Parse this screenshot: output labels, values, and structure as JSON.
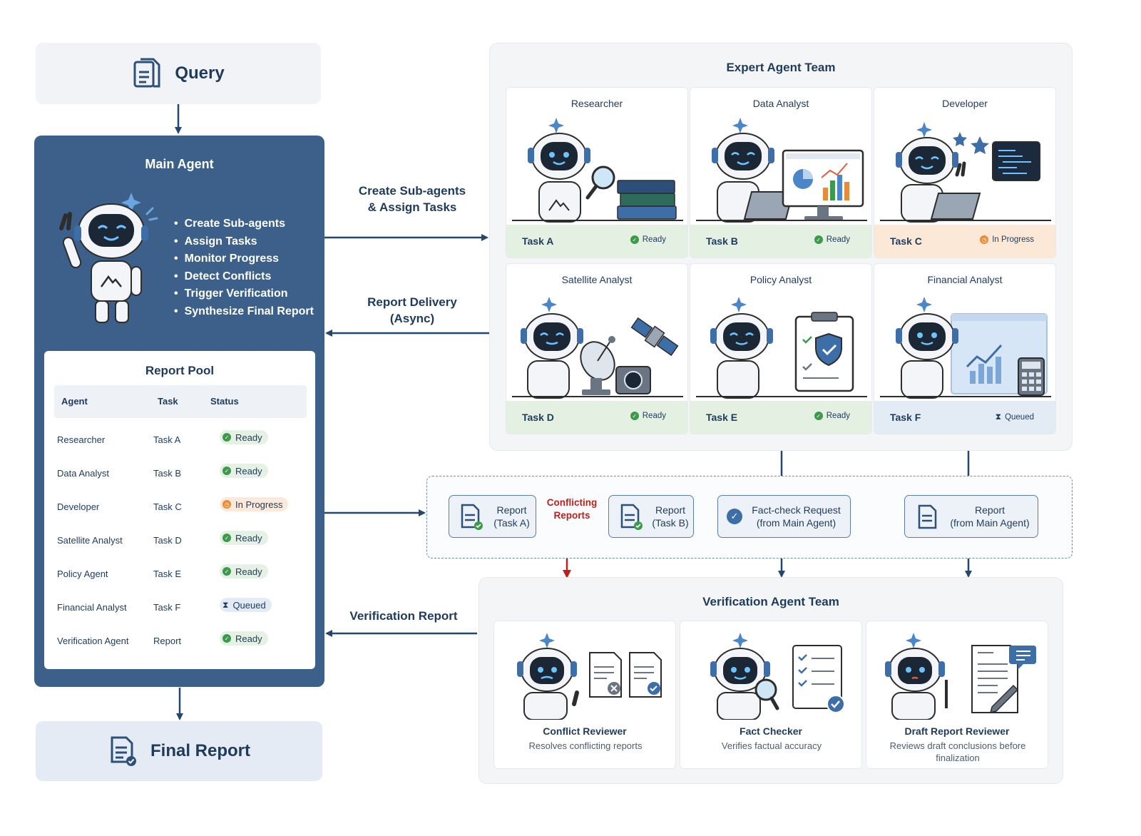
{
  "query": {
    "title": "Query"
  },
  "main_agent": {
    "title": "Main Agent",
    "responsibilities": [
      "Create Sub-agents",
      "Assign Tasks",
      "Monitor Progress",
      "Detect Conflicts",
      "Trigger Verification",
      "Synthesize Final Report"
    ]
  },
  "report_pool": {
    "title": "Report Pool",
    "columns": [
      "Agent",
      "Task",
      "Status"
    ],
    "rows": [
      {
        "agent": "Researcher",
        "task": "Task A",
        "status": "Ready"
      },
      {
        "agent": "Data Analyst",
        "task": "Task B",
        "status": "Ready"
      },
      {
        "agent": "Developer",
        "task": "Task C",
        "status": "In Progress"
      },
      {
        "agent": "Satellite Analyst",
        "task": "Task D",
        "status": "Ready"
      },
      {
        "agent": "Policy Agent",
        "task": "Task E",
        "status": "Ready"
      },
      {
        "agent": "Financial Analyst",
        "task": "Task F",
        "status": "Queued"
      },
      {
        "agent": "Verification Agent",
        "task": "Report",
        "status": "Ready"
      }
    ]
  },
  "final_report": {
    "title": "Final Report"
  },
  "arrow_labels": {
    "create": [
      "Create Sub-agents",
      "& Assign Tasks"
    ],
    "delivery": [
      "Report Delivery",
      "(Async)"
    ],
    "verification": "Verification Report"
  },
  "expert_team": {
    "title": "Expert Agent Team",
    "agents": [
      {
        "name": "Researcher",
        "task": "Task A",
        "status": "Ready",
        "icon": "books-magnifier-icon"
      },
      {
        "name": "Data Analyst",
        "task": "Task B",
        "status": "Ready",
        "icon": "chart-monitor-icon"
      },
      {
        "name": "Developer",
        "task": "Task C",
        "status": "In Progress",
        "icon": "code-screen-icon"
      },
      {
        "name": "Satellite Analyst",
        "task": "Task D",
        "status": "Ready",
        "icon": "satellite-icon"
      },
      {
        "name": "Policy Analyst",
        "task": "Task E",
        "status": "Ready",
        "icon": "clipboard-shield-icon"
      },
      {
        "name": "Financial Analyst",
        "task": "Task F",
        "status": "Queued",
        "icon": "finance-chart-icon"
      }
    ]
  },
  "report_flow": {
    "report_a": [
      "Report",
      "(Task A)"
    ],
    "conflict": [
      "Conflicting",
      "Reports"
    ],
    "report_b": [
      "Report",
      "(Task B)"
    ],
    "fact_check": [
      "Fact-check Request",
      "(from Main Agent)"
    ],
    "report_main": [
      "Report",
      "(from Main Agent)"
    ]
  },
  "verification_team": {
    "title": "Verification Agent Team",
    "agents": [
      {
        "name": "Conflict Reviewer",
        "desc": "Resolves conflicting reports"
      },
      {
        "name": "Fact Checker",
        "desc": "Verifies factual accuracy"
      },
      {
        "name": "Draft Report Reviewer",
        "desc": "Reviews draft conclusions before finalization"
      }
    ]
  },
  "colors": {
    "navy": "#3c6089",
    "ink": "#1f3b5c",
    "ready": "#3d9a4a",
    "progress": "#ee8a32",
    "conflict": "#b8231d"
  }
}
